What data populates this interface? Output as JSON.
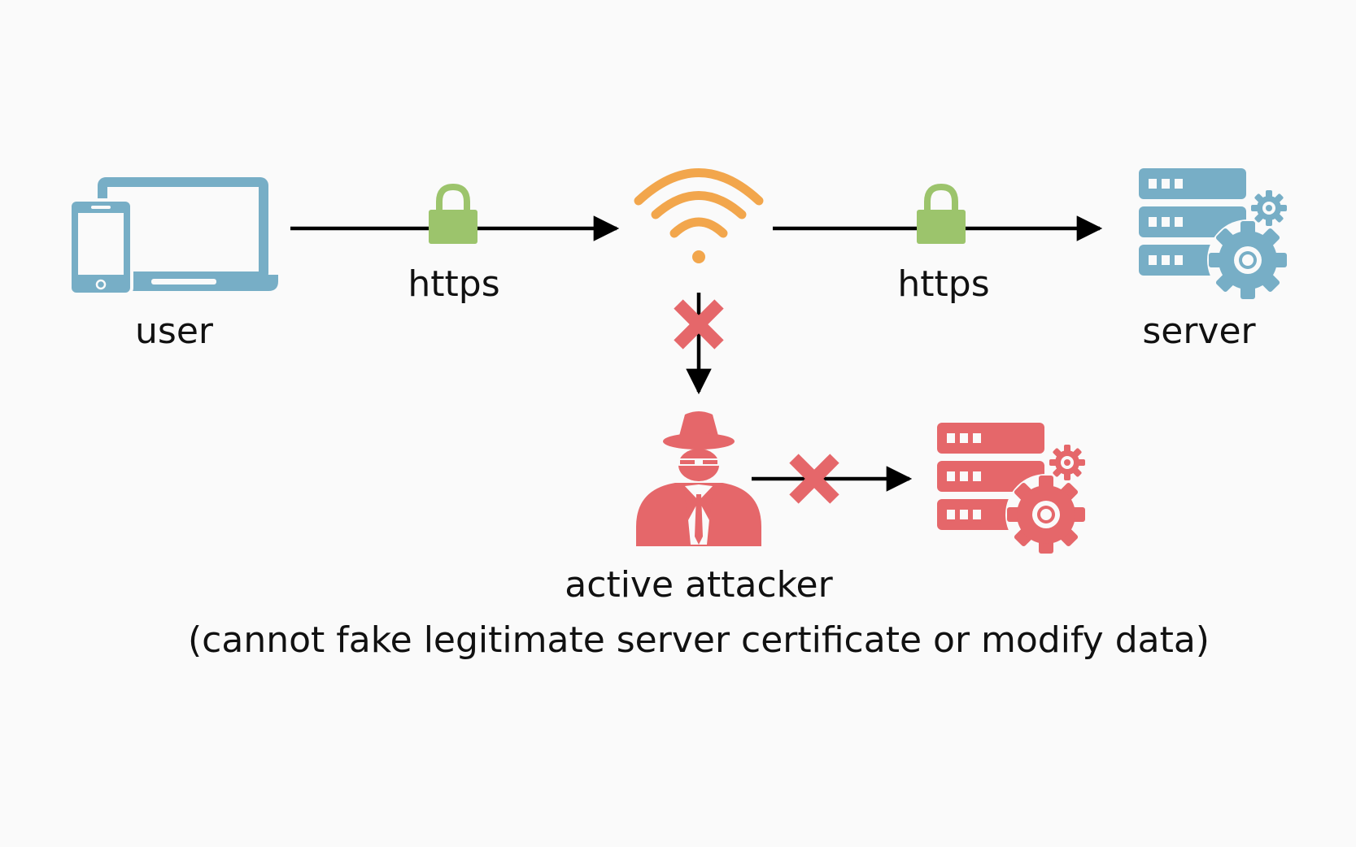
{
  "nodes": {
    "user": {
      "label": "user",
      "icon": "laptop-phone-icon"
    },
    "router": {
      "icon": "wifi-icon"
    },
    "server": {
      "label": "server",
      "icon": "server-gear-icon"
    },
    "attacker": {
      "label": "active attacker",
      "icon": "spy-attacker-icon"
    },
    "fake_server": {
      "icon": "server-gear-icon"
    }
  },
  "edges": {
    "user_to_router": {
      "label": "https",
      "icon": "lock-icon"
    },
    "router_to_server": {
      "label": "https",
      "icon": "lock-icon"
    },
    "router_to_attacker": {
      "blocked": true,
      "icon": "blocked-x-icon"
    },
    "attacker_to_fake_server": {
      "blocked": true,
      "icon": "blocked-x-icon"
    }
  },
  "caption": "(cannot fake legitimate server certificate or modify data)",
  "colors": {
    "background": "#fafafa",
    "device_blue": "#77aec6",
    "wifi_orange": "#f2a64c",
    "lock_green": "#9cc46c",
    "attacker_red": "#e5676a",
    "arrow": "#000000"
  }
}
